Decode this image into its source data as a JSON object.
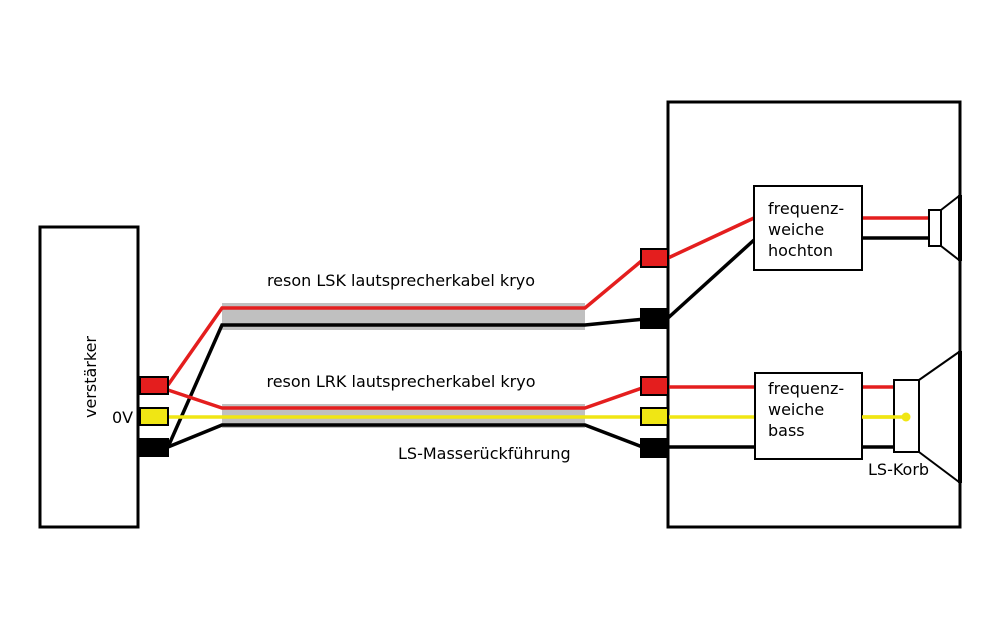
{
  "amplifier": {
    "label": "verstärker",
    "zero_volt_label": "0V"
  },
  "cables": {
    "lsk_label": "reson LSK lautsprecherkabel kryo",
    "lrk_label": "reson LRK lautsprecherkabel kryo",
    "ground_return_label": "LS-Masserückführung"
  },
  "speaker": {
    "crossover_tweeter": {
      "line1": "frequenz-",
      "line2": "weiche",
      "line3": "hochton"
    },
    "crossover_bass": {
      "line1": "frequenz-",
      "line2": "weiche",
      "line3": "bass"
    },
    "basket_label": "LS-Korb"
  },
  "colors": {
    "positive": "#e41e1e",
    "negative": "#000000",
    "ground": "#f0e614",
    "cable_sheath": "#c0c0c0"
  }
}
